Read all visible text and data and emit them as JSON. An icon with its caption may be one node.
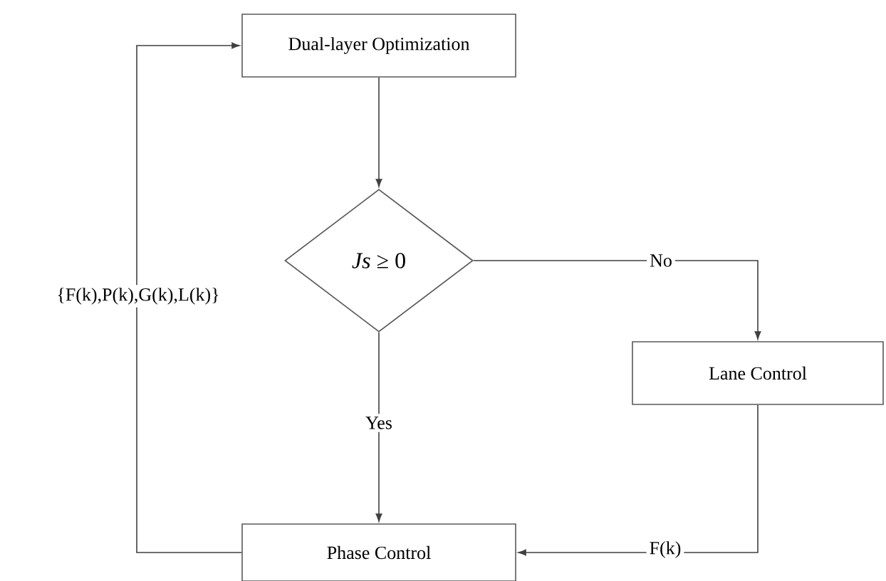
{
  "diagram": {
    "nodes": [
      {
        "text": [
          "Dual-layer Optimization"
        ]
      },
      {
        "text": [
          "*Js* ≥ 0"
        ]
      },
      {
        "text": [
          "Lane Control"
        ]
      },
      {
        "text": [
          "Phase Control"
        ]
      }
    ],
    "edges": [
      {
        "from": 0,
        "to": 1,
        "arrow": "to"
      },
      {
        "from": 1,
        "to": 2,
        "arrow": "to",
        "label": "No"
      },
      {
        "from": 1,
        "to": 3,
        "arrow": "to",
        "label": "Yes"
      },
      {
        "from": 2,
        "to": 3,
        "arrow": "to",
        "label": "F(k)"
      },
      {
        "from": 3,
        "to": 0,
        "arrow": "to",
        "label": "{F(k),P(k),G(k),L(k)}"
      }
    ]
  }
}
